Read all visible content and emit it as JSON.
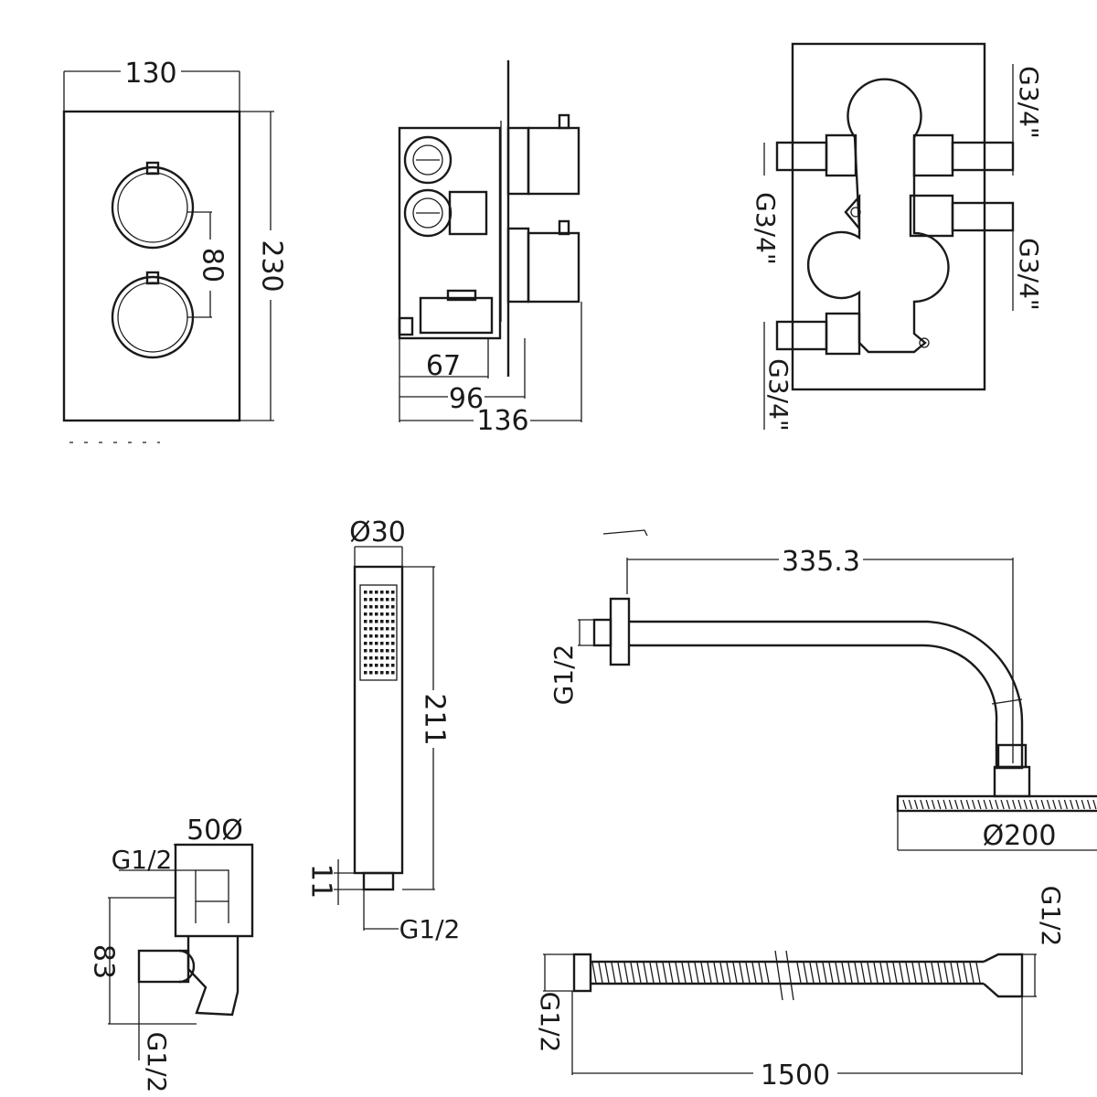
{
  "valve_front": {
    "width": "130",
    "height": "230",
    "spacing": "80"
  },
  "valve_side": {
    "d1": "67",
    "d2": "96",
    "d3": "136"
  },
  "valve_rear": {
    "inlet_top": "G3/4\"",
    "inlet_right": "G3/4\"",
    "inlet_left": "G3/4\"",
    "inlet_bottom": "G3/4\""
  },
  "handset": {
    "diameter": "Ø30",
    "length": "211",
    "base": "11",
    "thread": "G1/2"
  },
  "outlet_elbow": {
    "width": "50Ø",
    "height": "83",
    "thread_top": "G1/2",
    "thread_bottom": "G1/2"
  },
  "shower_arm": {
    "length": "335.3",
    "thread": "G1/2",
    "head_diameter": "Ø200"
  },
  "hose": {
    "length": "1500",
    "thread_left": "G1/2",
    "thread_right": "G1/2"
  }
}
